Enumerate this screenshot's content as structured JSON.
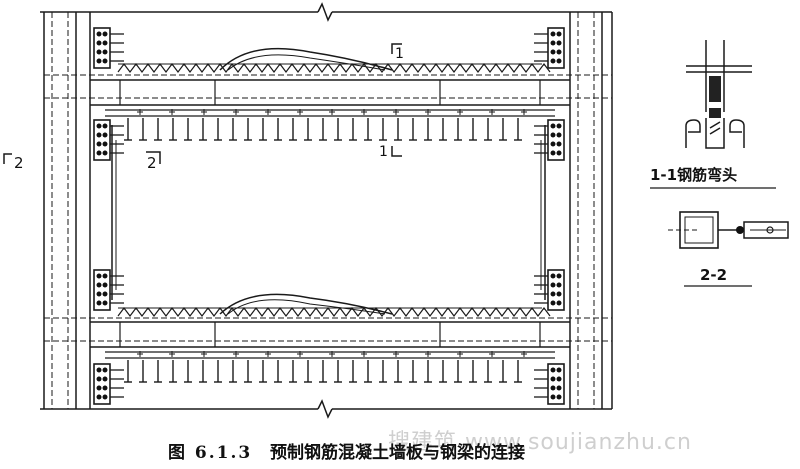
{
  "caption": {
    "number": "图 6.1.3",
    "title": "预制钢筋混凝土墙板与钢梁的连接"
  },
  "section_marks": {
    "mark_1_top": "1",
    "mark_1_bottom": "1",
    "mark_2_left": "2",
    "mark_2_inner": "2"
  },
  "detail_labels": {
    "detail_1": "1-1钢筋弯头",
    "detail_2": "2-2"
  },
  "watermark": "搜建筑 www.soujianzhu.cn"
}
